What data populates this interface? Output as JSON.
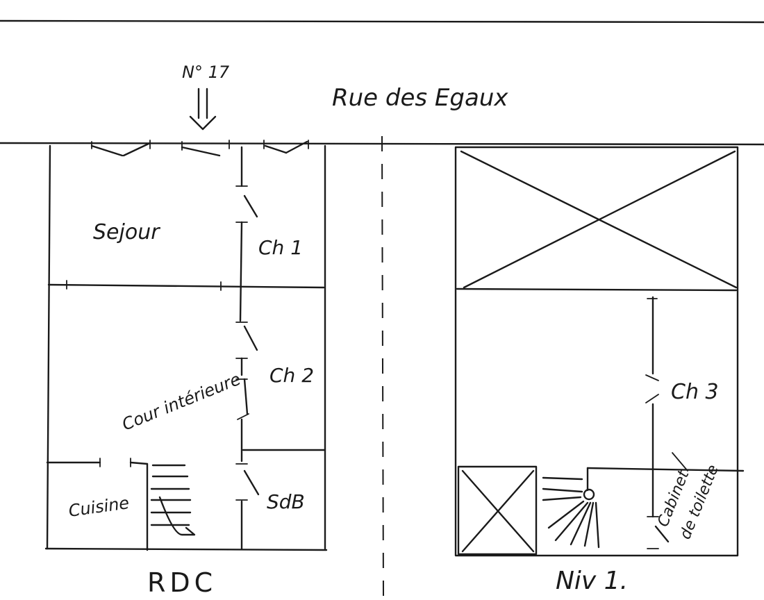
{
  "street": "Rue des Egaux",
  "house_number": "N° 17",
  "ground_floor": {
    "title": "RDC",
    "rooms": {
      "sejour": "Sejour",
      "ch1": "Ch 1",
      "ch2": "Ch 2",
      "cour": "Cour intérieure",
      "cuisine": "Cuisine",
      "sdb": "SdB"
    }
  },
  "first_floor": {
    "title": "Niv 1.",
    "rooms": {
      "ch3": "Ch 3",
      "cabinet_1": "Cabinet",
      "cabinet_2": "de toilette"
    }
  }
}
